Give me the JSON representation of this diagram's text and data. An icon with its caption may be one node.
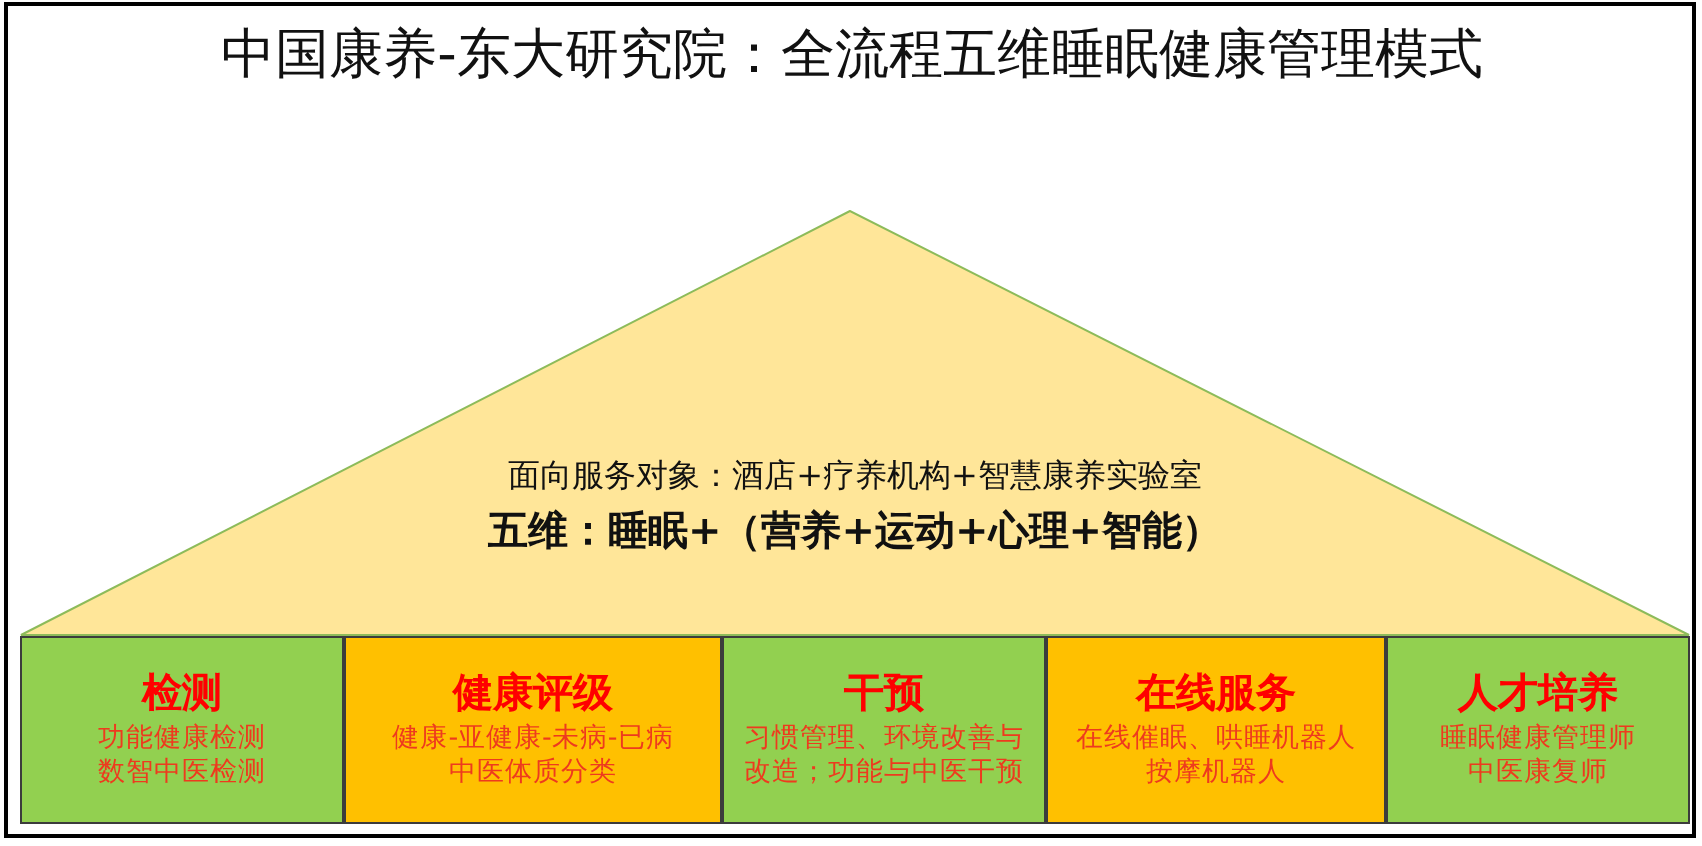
{
  "diagram": {
    "title": "中国康养-东大研究院：全流程五维睡眠健康管理模式",
    "nodes": [
      {
        "text": [
          "面向服务对象：酒店+疗养机构+智慧康养实验室",
          "五维：睡眠+（营养+运动+心理+智能）"
        ]
      },
      {
        "text": [
          "检测",
          "功能健康检测",
          "数智中医检测"
        ]
      },
      {
        "text": [
          "健康评级",
          "健康-亚健康-未病-已病",
          "中医体质分类"
        ]
      },
      {
        "text": [
          "干预",
          "习惯管理、环境改善与改造；功能与中医干预"
        ]
      },
      {
        "text": [
          "在线服务",
          "在线催眠、哄睡机器人",
          "按摩机器人"
        ]
      },
      {
        "text": [
          "人才培养",
          "睡眠健康管理师",
          "中医康复师"
        ]
      }
    ]
  }
}
